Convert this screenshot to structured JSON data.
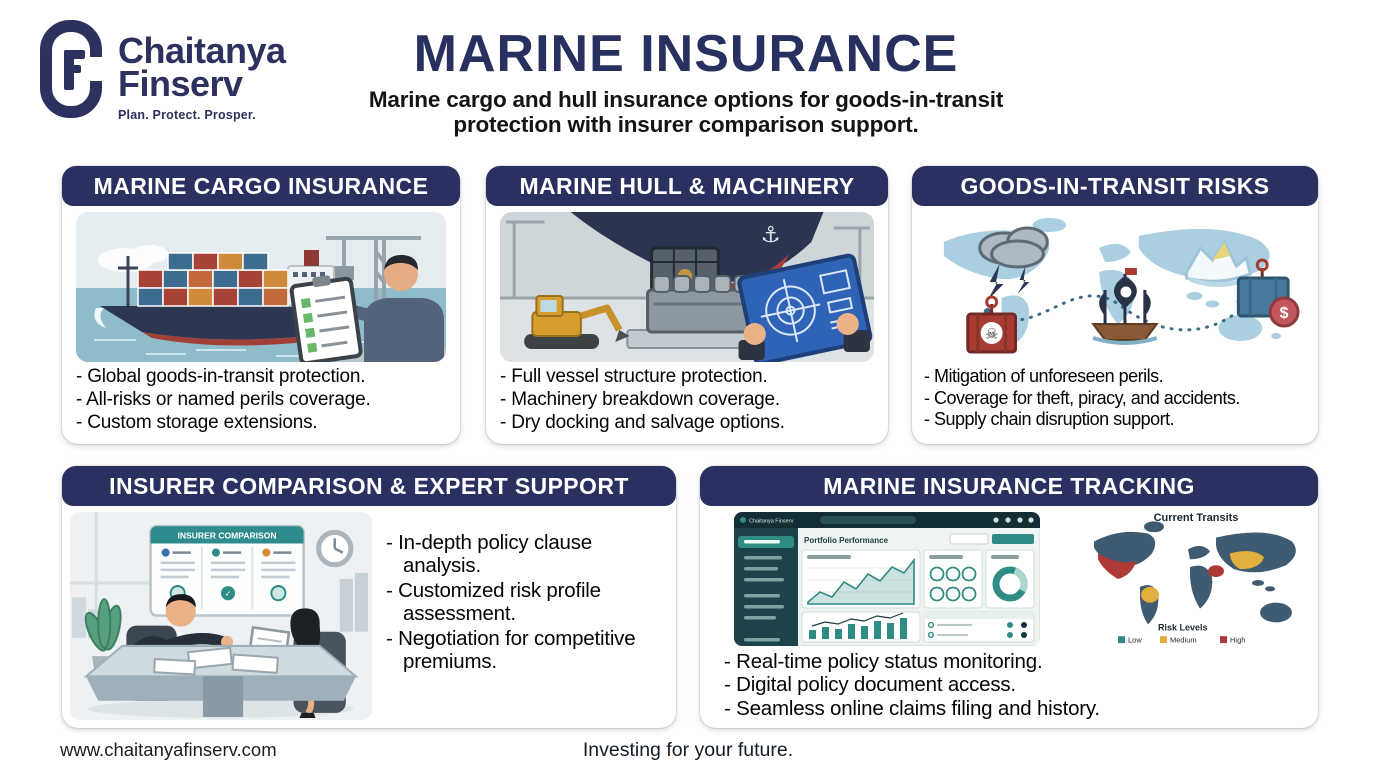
{
  "brand": {
    "logo_line1": "Chaitanya",
    "logo_line2": "Finserv",
    "tagline": "Plan. Protect. Prosper."
  },
  "header": {
    "title": "MARINE INSURANCE",
    "subtitle": "Marine cargo and hull insurance options for goods-in-transit protection with insurer comparison support."
  },
  "cards": {
    "cargo": {
      "title": "MARINE CARGO INSURANCE",
      "bullets": [
        "- Global goods-in-transit protection.",
        "- All-risks or named perils coverage.",
        "- Custom storage extensions."
      ]
    },
    "hull": {
      "title": "MARINE HULL & MACHINERY",
      "bullets": [
        "- Full vessel structure protection.",
        "- Machinery breakdown coverage.",
        "- Dry docking and salvage options."
      ]
    },
    "transit": {
      "title": "GOODS-IN-TRANSIT RISKS",
      "bullets": [
        "- Mitigation of unforeseen perils.",
        "- Coverage for theft, piracy, and accidents.",
        "- Supply chain disruption support."
      ]
    },
    "comparison": {
      "title": "INSURER COMPARISON & EXPERT SUPPORT",
      "board_title": "INSURER COMPARISON",
      "bullets": [
        "- In-depth policy clause analysis.",
        "- Customized risk profile assessment.",
        "- Negotiation for competitive premiums."
      ]
    },
    "tracking": {
      "title": "MARINE INSURANCE TRACKING",
      "bullets": [
        "- Real-time policy status monitoring.",
        "- Digital policy document access.",
        "- Seamless online claims filing and history."
      ],
      "dashboard": {
        "app_name": "Chaitanya Finserv",
        "heading": "Portfolio Performance"
      },
      "map": {
        "title": "Current Transits",
        "legend_title": "Risk Levels",
        "legend": [
          "Low",
          "Medium",
          "High"
        ]
      }
    }
  },
  "footer": {
    "website": "www.chaitanyafinserv.com",
    "slogan": "Investing for your future."
  },
  "colors": {
    "navy": "#2a3161",
    "teal": "#2f8c84",
    "risk_low": "#2f8c84",
    "risk_medium": "#e2ae3d",
    "risk_high": "#ae3a35"
  }
}
